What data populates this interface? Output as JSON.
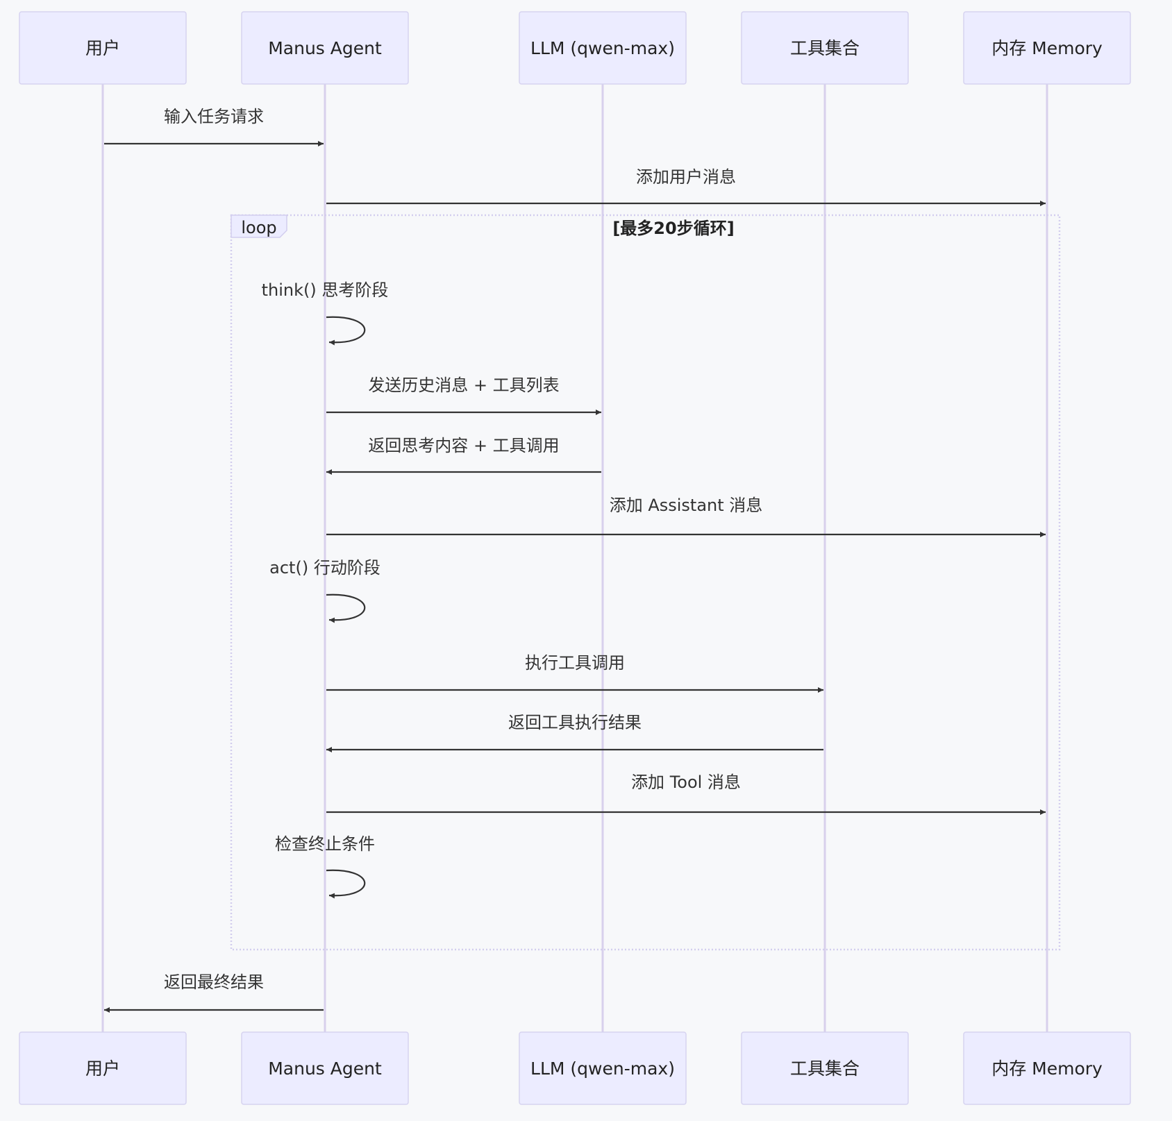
{
  "participants": [
    {
      "id": "user",
      "label": "用户"
    },
    {
      "id": "agent",
      "label": "Manus Agent"
    },
    {
      "id": "llm",
      "label": "LLM (qwen-max)"
    },
    {
      "id": "tools",
      "label": "工具集合"
    },
    {
      "id": "memory",
      "label": "内存 Memory"
    }
  ],
  "loop": {
    "label": "loop",
    "condition": "[最多20步循环]"
  },
  "messages": [
    {
      "from": "user",
      "to": "agent",
      "text": "输入任务请求"
    },
    {
      "from": "agent",
      "to": "memory",
      "text": "添加用户消息"
    },
    {
      "from": "agent",
      "to": "agent",
      "text": "think() 思考阶段",
      "self": true
    },
    {
      "from": "agent",
      "to": "llm",
      "text": "发送历史消息 + 工具列表"
    },
    {
      "from": "llm",
      "to": "agent",
      "text": "返回思考内容 + 工具调用"
    },
    {
      "from": "agent",
      "to": "memory",
      "text": "添加 Assistant 消息"
    },
    {
      "from": "agent",
      "to": "agent",
      "text": "act() 行动阶段",
      "self": true
    },
    {
      "from": "agent",
      "to": "tools",
      "text": "执行工具调用"
    },
    {
      "from": "tools",
      "to": "agent",
      "text": "返回工具执行结果"
    },
    {
      "from": "agent",
      "to": "memory",
      "text": "添加 Tool 消息"
    },
    {
      "from": "agent",
      "to": "agent",
      "text": "检查终止条件",
      "self": true
    },
    {
      "from": "agent",
      "to": "user",
      "text": "返回最终结果"
    }
  ],
  "colors": {
    "background": "#f7f8fa",
    "actor_fill": "#ececff",
    "actor_border": "#d6d3f0",
    "lifeline": "#d8d0ec",
    "arrow": "#333333"
  }
}
